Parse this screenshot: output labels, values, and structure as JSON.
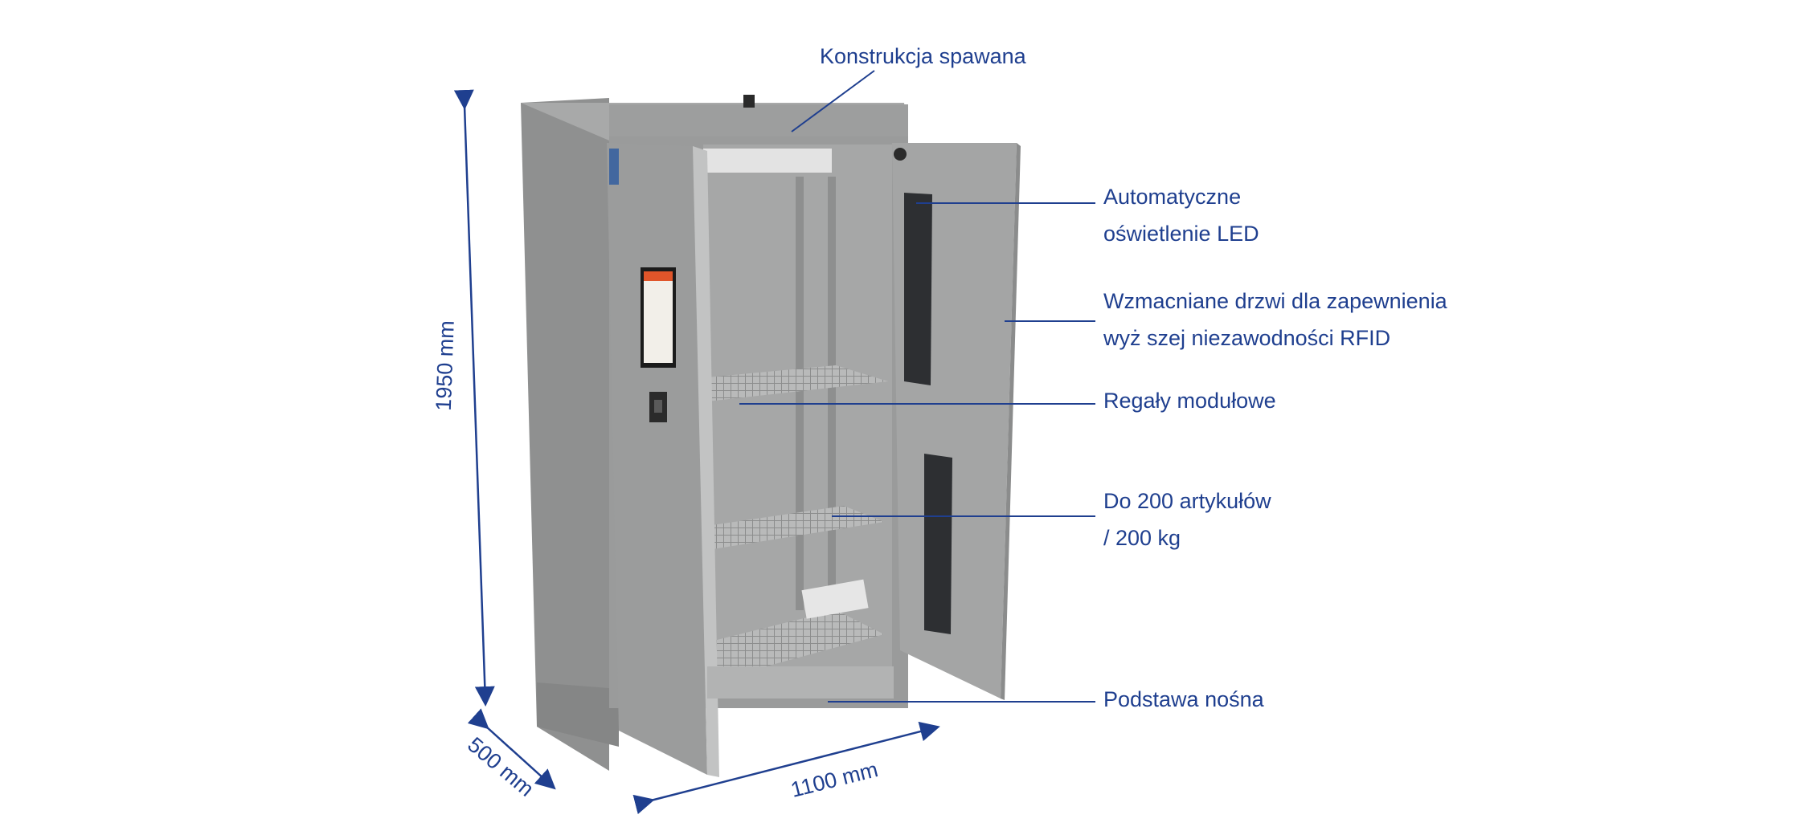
{
  "colors": {
    "accent": "#1f3f8f",
    "cabinet": "#9a9b9b",
    "cabinet_dark": "#7f8080",
    "cabinet_light": "#b4b5b5",
    "interior": "#a9aaaa",
    "tablet_frame": "#1b1b1b",
    "tablet_banner": "#e0552a"
  },
  "callouts": {
    "welded": "Konstrukcja spawana",
    "led_1": "Automatyczne",
    "led_2": "oświetlenie LED",
    "door_1": "Wzmacniane drzwi dla zapewnienia",
    "door_2": "wyż szej niezawodności RFID",
    "shelves": "Regały modułowe",
    "capacity_1": "Do 200 artykułów",
    "capacity_2": "/ 200 kg",
    "base": "Podstawa nośna"
  },
  "dimensions": {
    "height": "1950 mm",
    "depth": "500 mm",
    "width": "1100 mm"
  }
}
